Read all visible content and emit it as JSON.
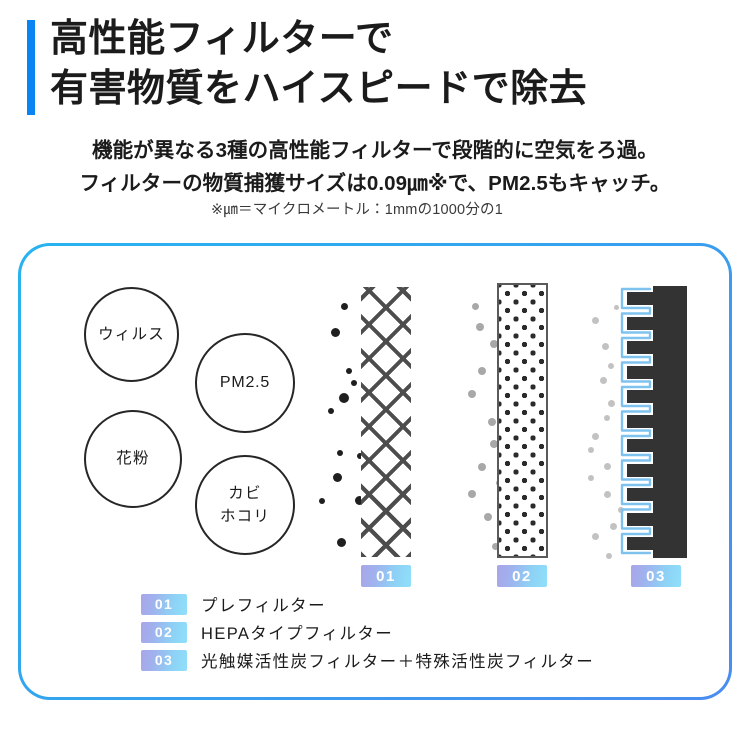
{
  "header": {
    "title": "高性能フィルターで\n有害物質をハイスピードで除去",
    "subtitle": "機能が異なる3種の高性能フィルターで段階的に空気をろ過。\nフィルターの物質捕獲サイズは0.09㎛※で、PM2.5もキャッチ。",
    "note": "※㎛＝マイクロメートル：1mmの1000分の1",
    "accent_color": "#0b84f3"
  },
  "diagram": {
    "border_color": "#2fa9ea",
    "particles": [
      {
        "label": "ウィルス"
      },
      {
        "label": "PM2.5"
      },
      {
        "label": "花粉"
      },
      {
        "label": "カビ\nホコリ"
      }
    ],
    "panels": [
      {
        "number": "01",
        "pattern": "crosshatch-mesh"
      },
      {
        "number": "02",
        "pattern": "dotted-sheet"
      },
      {
        "number": "03",
        "pattern": "activated-carbon-comb"
      }
    ],
    "dot_columns": [
      {
        "name": "pre-filter-inlet",
        "color": "#1f1f1f",
        "count": 14
      },
      {
        "name": "hepa-inlet",
        "color": "#a8a8a8",
        "count": 12
      },
      {
        "name": "carbon-inlet",
        "color": "#c2c2c2",
        "count": 16
      }
    ]
  },
  "legend": {
    "items": [
      {
        "number": "01",
        "label": "プレフィルター"
      },
      {
        "number": "02",
        "label": "HEPAタイプフィルター"
      },
      {
        "number": "03",
        "label": "光触媒活性炭フィルター＋特殊活性炭フィルター"
      }
    ]
  }
}
